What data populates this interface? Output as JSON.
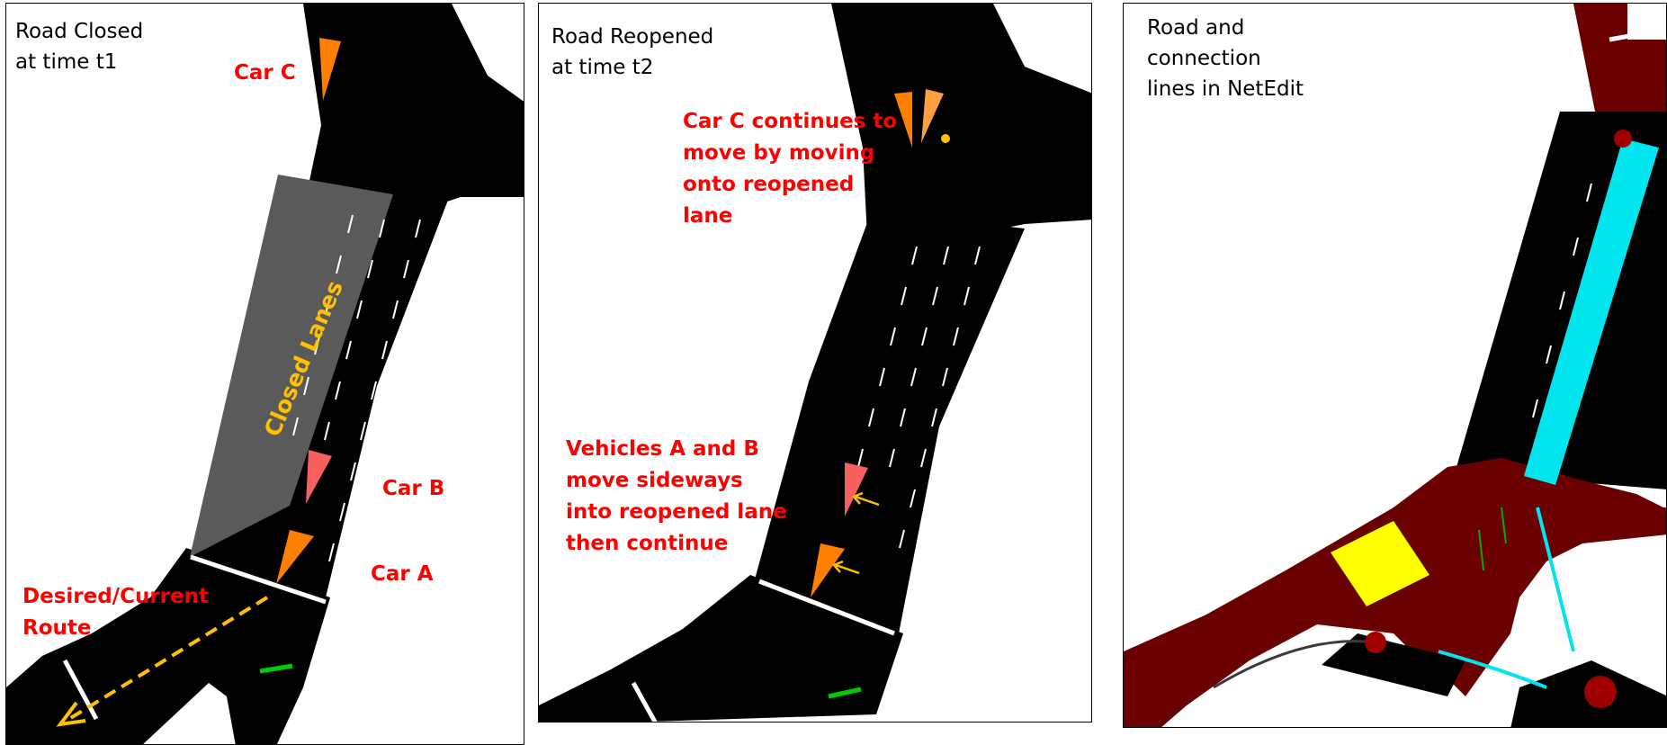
{
  "panels": [
    {
      "title": "Road Closed\nat time t1",
      "labels": {
        "car_c": "Car C",
        "car_b": "Car B",
        "car_a": "Car A",
        "route": "Desired/Current\nRoute",
        "closed": "Closed Lanes"
      }
    },
    {
      "title": "Road Reopened\nat time t2",
      "labels": {
        "car_c_note": "Car C continues to\nmove by moving\nonto reopened\nlane",
        "ab_note": "Vehicles A and B\nmove sideways\ninto reopened lane\nthen continue"
      }
    },
    {
      "title": "Road and\nconnection\nlines in NetEdit"
    }
  ],
  "colors": {
    "road": "#000000",
    "closed_lanes": "#5a5a5a",
    "annotation_red": "#ff0000",
    "closed_label": "#ffc000",
    "route_arrow": "#ffc000",
    "car_orange": "#ff7f00",
    "car_pink": "#f86060",
    "traffic_light_green": "#00cc00",
    "netedit_edge": "#6b0000",
    "netedit_selected_lane": "#00e5ee",
    "netedit_crossing": "#ffff00"
  }
}
